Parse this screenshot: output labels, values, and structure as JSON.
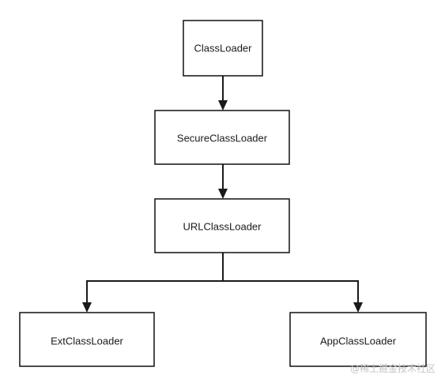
{
  "diagram": {
    "nodes": {
      "classloader": {
        "label": "ClassLoader"
      },
      "secureclassloader": {
        "label": "SecureClassLoader"
      },
      "urlclassloader": {
        "label": "URLClassLoader"
      },
      "extclassloader": {
        "label": "ExtClassLoader"
      },
      "appclassloader": {
        "label": "AppClassLoader"
      }
    },
    "edges": [
      {
        "from": "classloader",
        "to": "secureclassloader"
      },
      {
        "from": "secureclassloader",
        "to": "urlclassloader"
      },
      {
        "from": "urlclassloader",
        "to": "extclassloader"
      },
      {
        "from": "urlclassloader",
        "to": "appclassloader"
      }
    ]
  },
  "watermark": {
    "text": "@稀土掘金技术社区"
  }
}
